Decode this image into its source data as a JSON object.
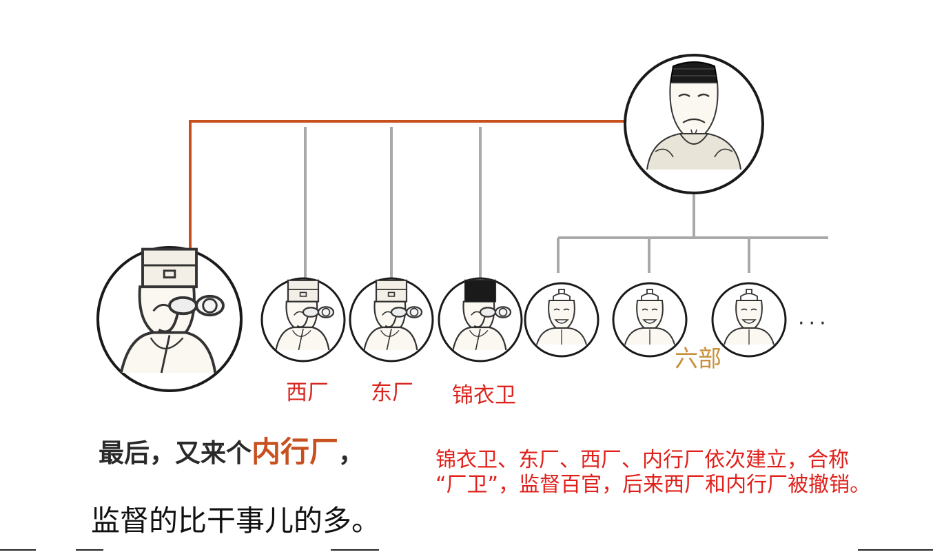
{
  "labels": {
    "xichang": "西厂",
    "dongchang": "东厂",
    "jinyiwei": "锦衣卫",
    "liubu": "六部",
    "ellipsis": "···"
  },
  "caption": {
    "line1_before": "最后，又来个",
    "line1_highlight": "内行厂",
    "line1_after": "，",
    "line2": "监督的比干事儿的多。"
  },
  "note": {
    "line1": "锦衣卫、东厂、西厂、内行厂依次建立，合称",
    "line2": "“厂卫”，监督百官，后来西厂和内行厂被撤销。"
  },
  "colors": {
    "orange_line": "#c8501e",
    "gray_line": "#a9a9a9",
    "red_text": "#d9251d",
    "gold_text": "#c8903a"
  },
  "icons": {
    "emperor": "emperor-portrait-icon",
    "spy": "official-with-binoculars-icon",
    "minister": "smiling-minister-icon"
  }
}
